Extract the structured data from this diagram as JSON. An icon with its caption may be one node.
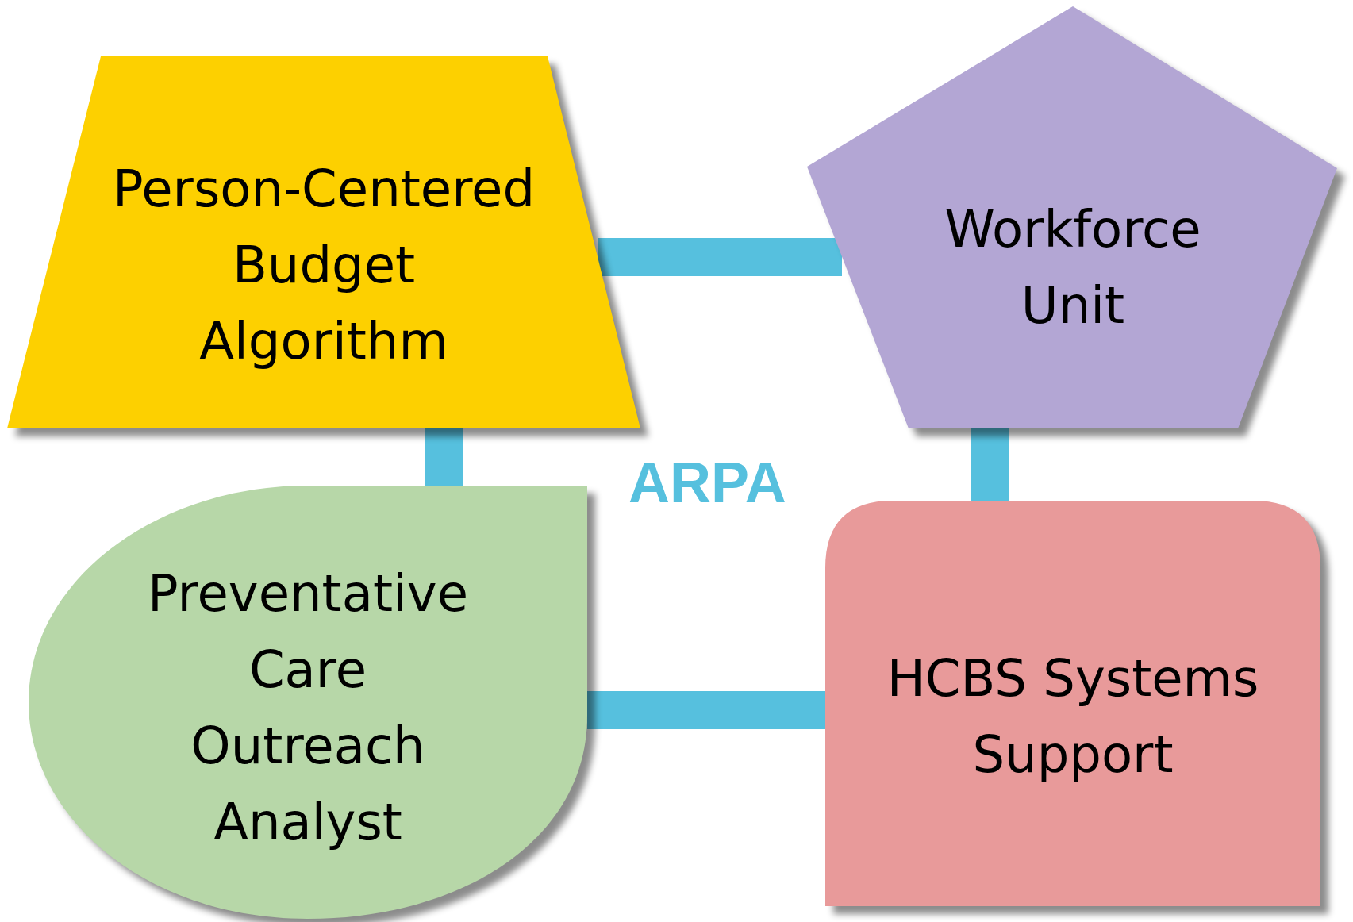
{
  "diagram": {
    "nodes": [
      {
        "text": [
          "Person-Centered Budget Algorithm"
        ]
      },
      {
        "text": [
          "Workforce Unit"
        ]
      },
      {
        "text": [
          "Preventative Care Outreach Analyst"
        ]
      },
      {
        "text": [
          "HCBS Systems Support"
        ]
      }
    ],
    "edges": [
      {
        "from": 0,
        "to": 1,
        "arrow": "none"
      },
      {
        "from": 0,
        "to": 2,
        "arrow": "none"
      },
      {
        "from": 1,
        "to": 3,
        "arrow": "none"
      },
      {
        "from": 2,
        "to": 3,
        "arrow": "none"
      }
    ],
    "labels": [
      "ARPA"
    ]
  }
}
